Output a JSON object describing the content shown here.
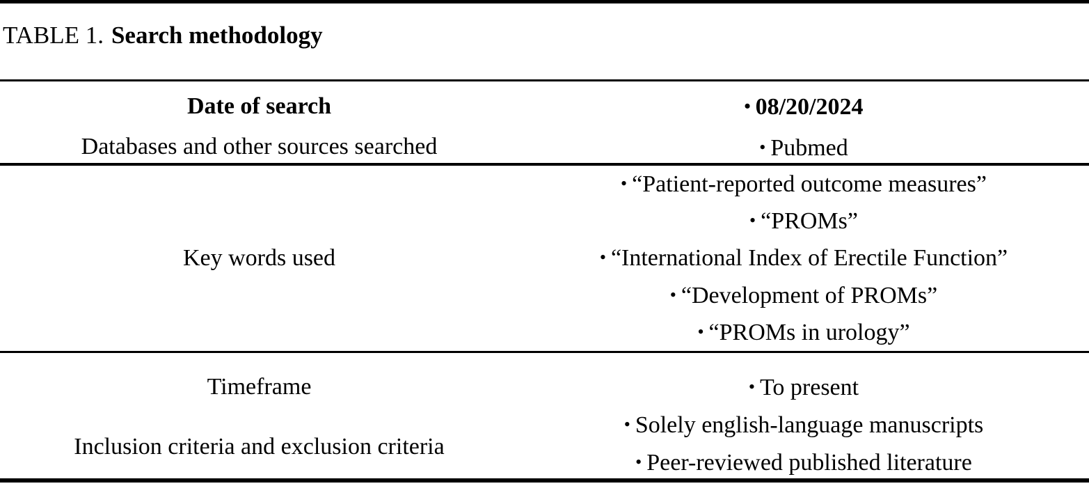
{
  "caption": {
    "number": "TABLE 1.",
    "title": "Search methodology"
  },
  "bullet_glyph": "•",
  "rows": [
    {
      "label": "Date of search",
      "label_bold": true,
      "values": [
        "08/20/2024"
      ],
      "values_bold": true
    },
    {
      "label": "Databases and other sources searched",
      "label_bold": false,
      "values": [
        "Pubmed"
      ],
      "values_bold": false
    },
    {
      "label": "Key words used",
      "label_bold": false,
      "values": [
        "“Patient-reported outcome measures”",
        "“PROMs”",
        "“International Index of Erectile Function”",
        "“Development of PROMs”",
        "“PROMs in urology”"
      ],
      "values_bold": false
    },
    {
      "label": "Timeframe",
      "label_bold": false,
      "values": [
        "To present"
      ],
      "values_bold": false
    },
    {
      "label": "Inclusion criteria and exclusion criteria",
      "label_bold": false,
      "values": [
        "Solely english-language manuscripts",
        "Peer-reviewed published literature"
      ],
      "values_bold": false
    }
  ]
}
